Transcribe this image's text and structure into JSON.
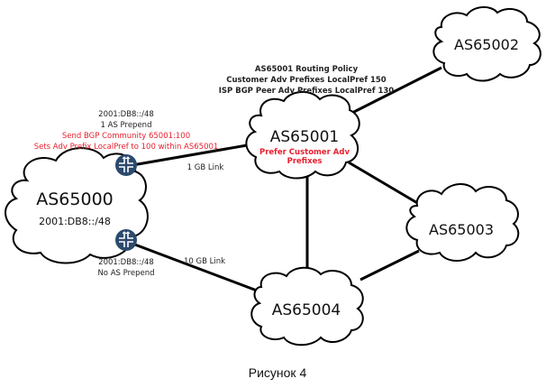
{
  "nodes": {
    "as65000": {
      "name": "AS65000",
      "prefix": "2001:DB8::/48"
    },
    "as65001": {
      "name": "AS65001",
      "note_line1": "Prefer Customer Adv",
      "note_line2": "Prefixes"
    },
    "as65002": {
      "name": "AS65002"
    },
    "as65003": {
      "name": "AS65003"
    },
    "as65004": {
      "name": "AS65004"
    }
  },
  "policy": {
    "title": "AS65001 Routing Policy",
    "line1": "Customer Adv Prefixes LocalPref 150",
    "line2": "ISP BGP Peer Adv Prefixes LocalPref 130"
  },
  "upper_router_annotation": {
    "prefix": "2001:DB8::/48",
    "prepend": "1 AS Prepend",
    "community": "Send BGP Community 65001:100",
    "localpref": "Sets Adv Prefix LocalPref to 100 within AS65001"
  },
  "lower_router_annotation": {
    "prefix": "2001:DB8::/48",
    "prepend": "No AS Prepend"
  },
  "links": {
    "upper": "1 GB Link",
    "lower": "10 GB Link"
  },
  "colors": {
    "router": "#2c4a6e",
    "highlight": "#e8202e"
  },
  "caption": "Рисунок 4"
}
